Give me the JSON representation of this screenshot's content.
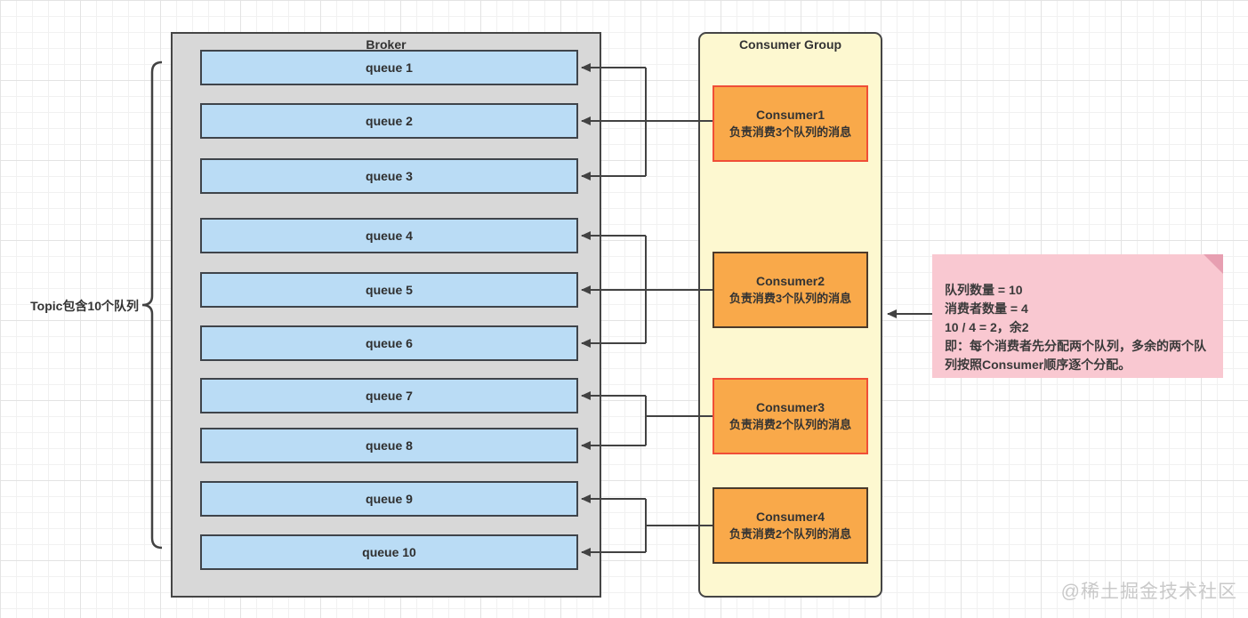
{
  "topic_label": "Topic包含10个队列",
  "broker": {
    "title": "Broker",
    "queues": [
      "queue 1",
      "queue 2",
      "queue 3",
      "queue 4",
      "queue 5",
      "queue 6",
      "queue 7",
      "queue 8",
      "queue 9",
      "queue 10"
    ]
  },
  "consumer_group": {
    "title": "Consumer Group",
    "consumers": [
      {
        "name": "Consumer1",
        "desc": "负责消费3个队列的消息"
      },
      {
        "name": "Consumer2",
        "desc": "负责消费3个队列的消息"
      },
      {
        "name": "Consumer3",
        "desc": "负责消费2个队列的消息"
      },
      {
        "name": "Consumer4",
        "desc": "负责消费2个队列的消息"
      }
    ]
  },
  "note": {
    "lines": [
      "队列数量 = 10",
      "消费者数量 = 4",
      "10 / 4 = 2，余2",
      "即：每个消费者先分配两个队列，多余的两个队列按照Consumer顺序逐个分配。"
    ]
  },
  "watermark": "@稀土掘金技术社区",
  "colors": {
    "queue_fill": "#badcf5",
    "broker_fill": "#d8d8d8",
    "group_fill": "#fdf8d0",
    "consumer_fill": "#f9a94a",
    "consumer_border_red": "#f04e37",
    "consumer_border_dark": "#4a3a2b",
    "note_fill": "#f9c8d1",
    "line": "#424242"
  }
}
